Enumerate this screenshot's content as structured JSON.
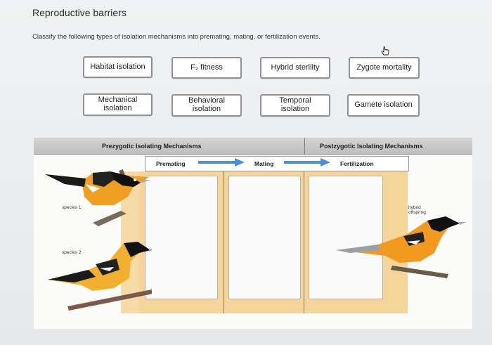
{
  "page": {
    "title": "Reproductive barriers",
    "instructions": "Classify the following types of isolation mechanisms into premating, mating, or fertilization events."
  },
  "cards": [
    {
      "id": "habitat",
      "label": "Habitat isolation"
    },
    {
      "id": "f2",
      "label": "F₂ fitness"
    },
    {
      "id": "hybrid-sterility",
      "label": "Hybrid sterility"
    },
    {
      "id": "zygote",
      "label": "Zygote mortality"
    },
    {
      "id": "mechanical",
      "label": "Mechanical\nisolation"
    },
    {
      "id": "behavioral",
      "label": "Behavioral\nisolation"
    },
    {
      "id": "temporal",
      "label": "Temporal\nisolation"
    },
    {
      "id": "gamete",
      "label": "Gamete isolation"
    }
  ],
  "diagram": {
    "prezygotic_header": "Prezygotic Isolating Mechanisms",
    "postzygotic_header": "Postzygotic Isolating Mechanisms",
    "stage_premating": "Premating",
    "stage_mating": "Mating",
    "stage_fertilization": "Fertilization",
    "species_1": "species 1",
    "species_2": "species 2",
    "hybrid": "hybrid\noffspring"
  },
  "colors": {
    "gold_panel": "#f4d59a",
    "arrow_blue": "#4a8fdc",
    "card_border": "#8e9296"
  },
  "icons": {
    "cursor": "hand-pointer-icon",
    "arrow": "right-arrow-icon"
  }
}
